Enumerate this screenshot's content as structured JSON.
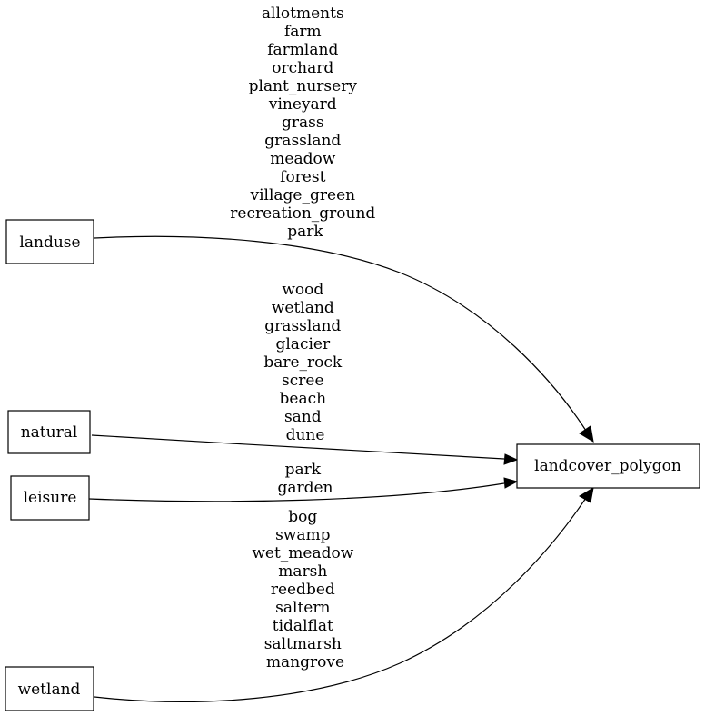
{
  "nodes": {
    "landuse": "landuse",
    "natural": "natural",
    "leisure": "leisure",
    "wetland": "wetland",
    "target": "landcover_polygon"
  },
  "edges": {
    "landuse": {
      "source": "landuse",
      "target": "landcover_polygon",
      "labels": [
        "allotments",
        "farm",
        "farmland",
        "orchard",
        "plant_nursery",
        "vineyard",
        "grass",
        "grassland",
        "meadow",
        "forest",
        "village_green",
        "recreation_ground",
        "park"
      ]
    },
    "natural": {
      "source": "natural",
      "target": "landcover_polygon",
      "labels": [
        "wood",
        "wetland",
        "grassland",
        "glacier",
        "bare_rock",
        "scree",
        "beach",
        "sand",
        "dune"
      ]
    },
    "leisure": {
      "source": "leisure",
      "target": "landcover_polygon",
      "labels": [
        "park",
        "garden"
      ]
    },
    "wetland": {
      "source": "wetland",
      "target": "landcover_polygon",
      "labels": [
        "bog",
        "swamp",
        "wet_meadow",
        "marsh",
        "reedbed",
        "saltern",
        "tidalflat",
        "saltmarsh",
        "mangrove"
      ]
    }
  }
}
